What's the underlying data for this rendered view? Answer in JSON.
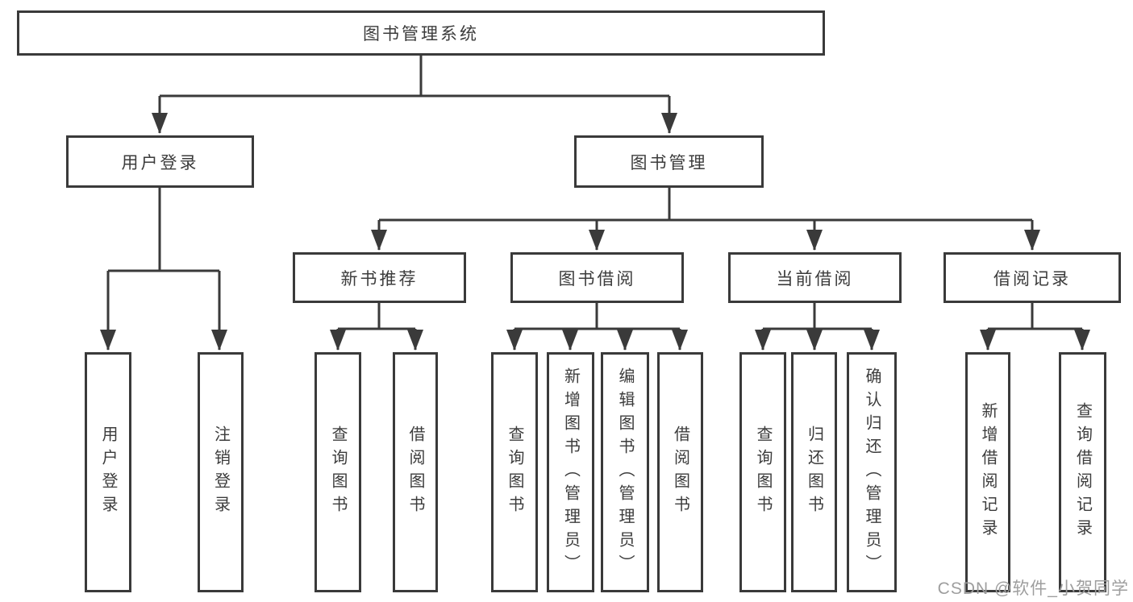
{
  "diagram_title": "图书管理系统",
  "tree": {
    "root": {
      "label": "图书管理系统"
    },
    "branches": [
      {
        "label": "用户登录",
        "children": [
          {
            "label": "用户登录"
          },
          {
            "label": "注销登录"
          }
        ]
      },
      {
        "label": "图书管理",
        "children": [
          {
            "label": "新书推荐",
            "children": [
              {
                "label": "查询图书"
              },
              {
                "label": "借阅图书"
              }
            ]
          },
          {
            "label": "图书借阅",
            "children": [
              {
                "label": "查询图书"
              },
              {
                "label": "新增图书（管理员）"
              },
              {
                "label": "编辑图书（管理员）"
              },
              {
                "label": "借阅图书"
              }
            ]
          },
          {
            "label": "当前借阅",
            "children": [
              {
                "label": "查询图书"
              },
              {
                "label": "归还图书"
              },
              {
                "label": "确认归还（管理员）"
              }
            ]
          },
          {
            "label": "借阅记录",
            "children": [
              {
                "label": "新增借阅记录"
              },
              {
                "label": "查询借阅记录"
              }
            ]
          }
        ]
      }
    ]
  },
  "watermark": {
    "text": "CSDN @软件_小贺同学"
  },
  "colors": {
    "line": "#3a3a3a",
    "text": "#3c3c3c",
    "watermark_text": "#9e9e9e",
    "background": "#ffffff"
  }
}
